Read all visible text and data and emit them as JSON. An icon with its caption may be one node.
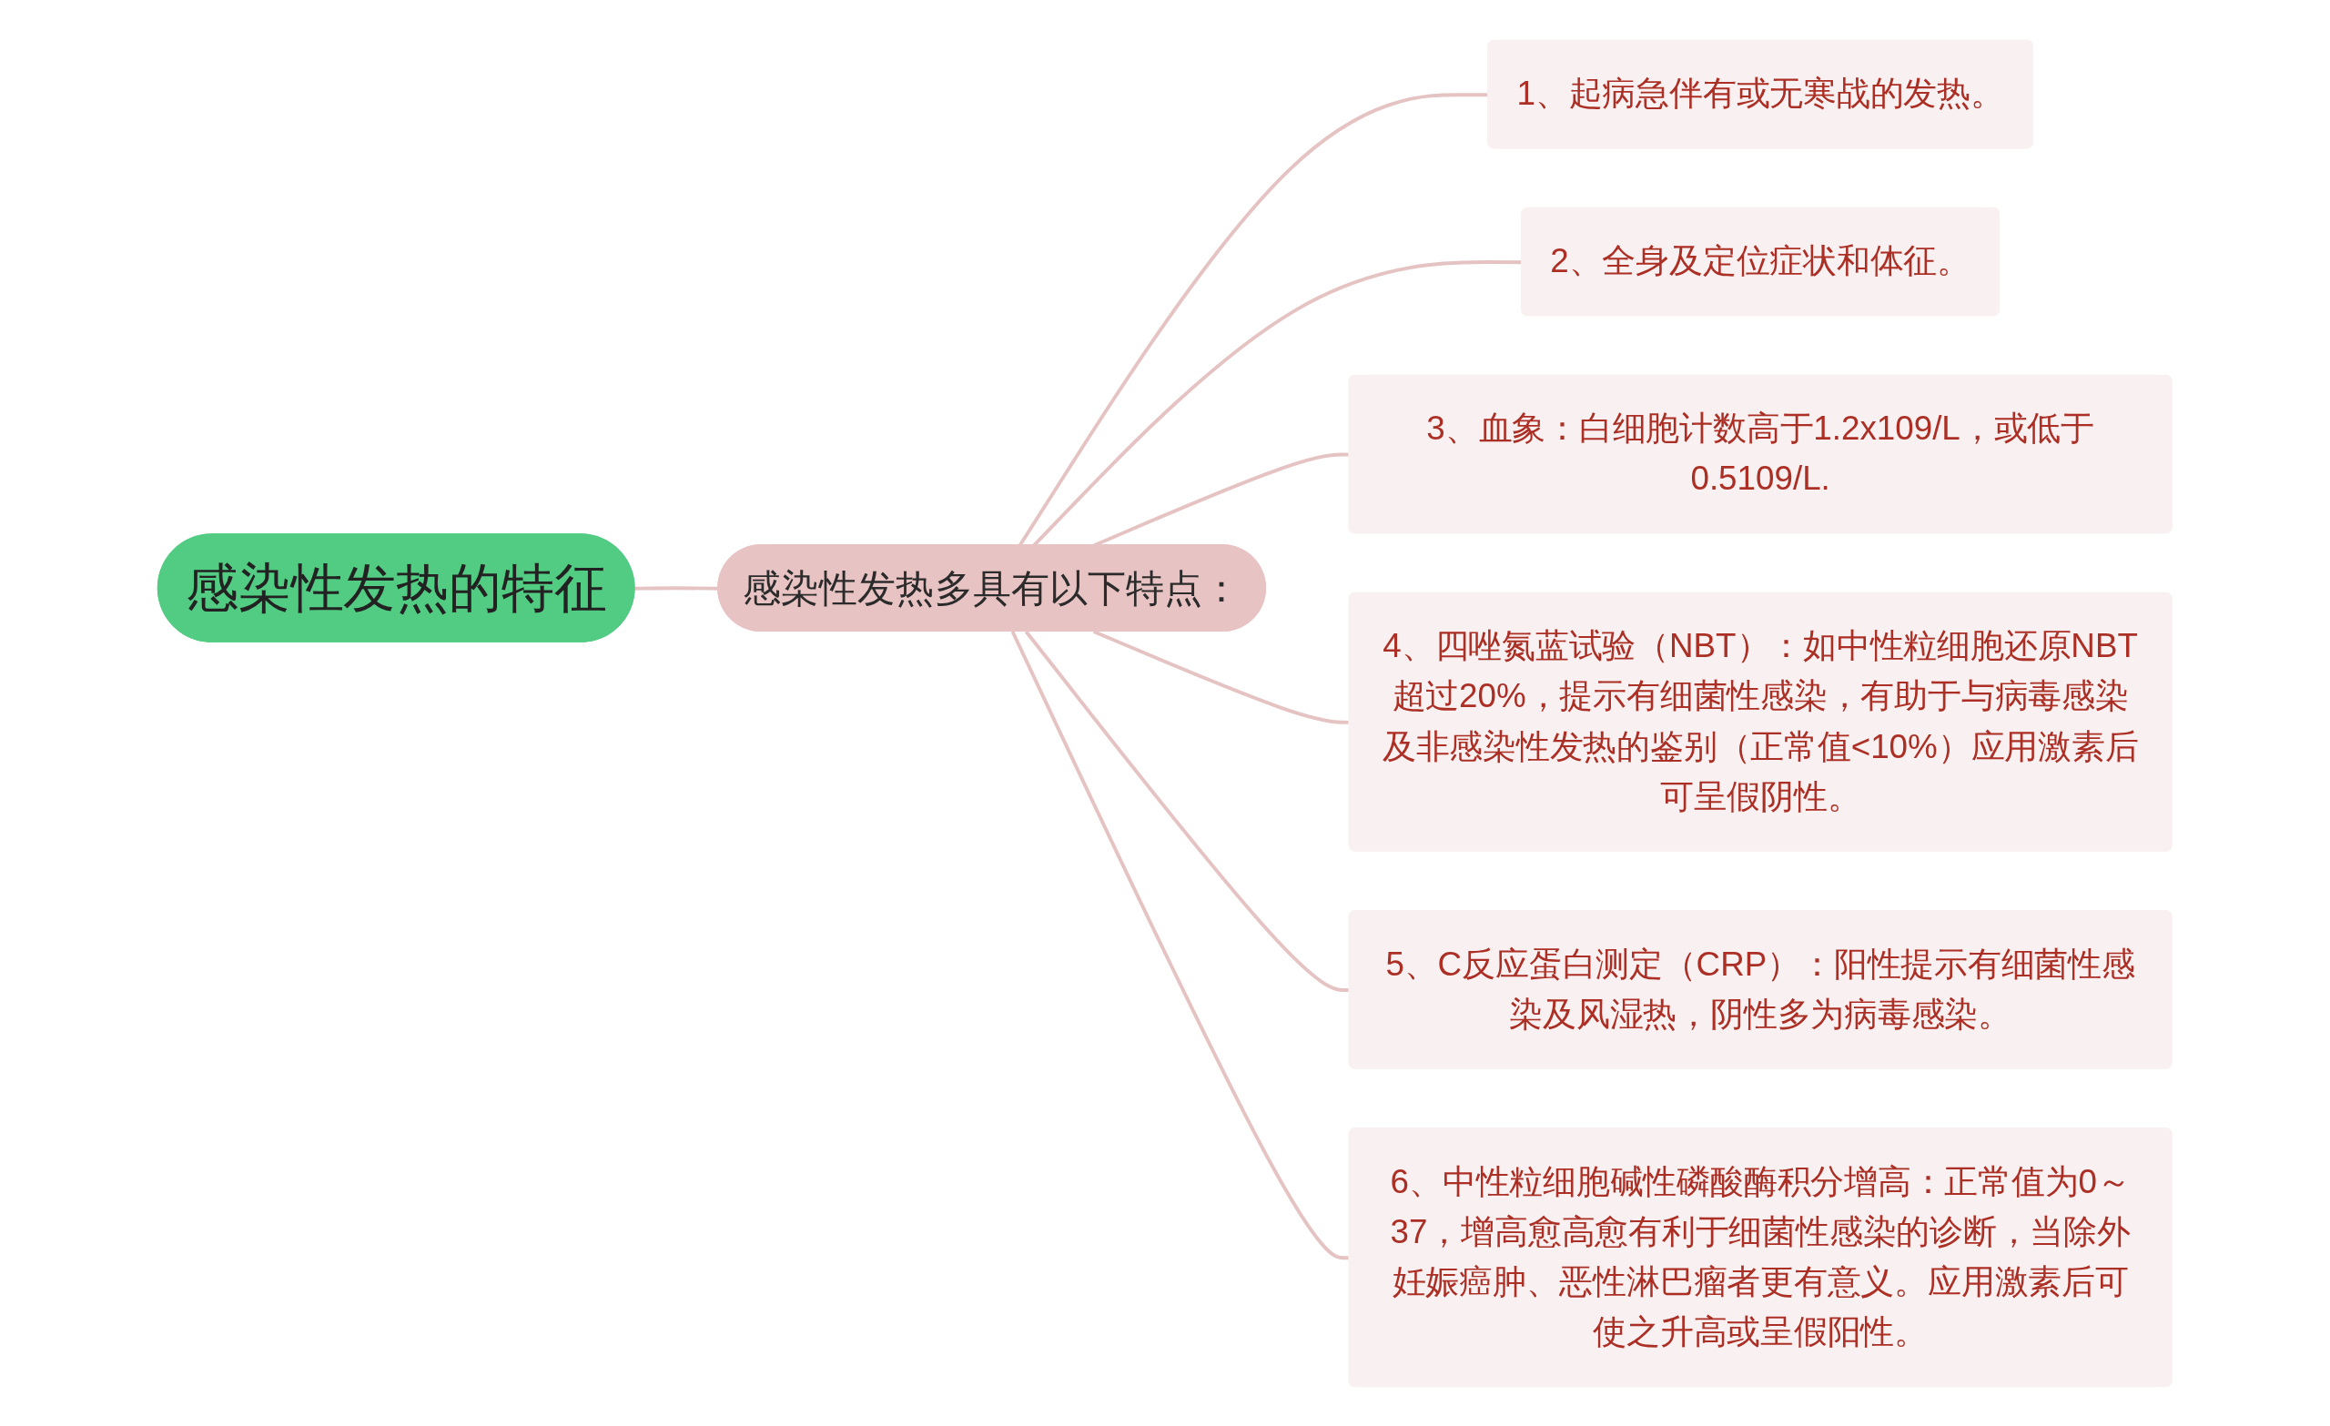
{
  "diagram": {
    "nodes": [
      {
        "text": [
          "感染性发热的特征"
        ]
      },
      {
        "text": [
          "感染性发热多具有以下特点："
        ]
      },
      {
        "text": [
          "1、起病急伴有或无寒战的发热。"
        ]
      },
      {
        "text": [
          "2、全身及定位症状和体征。"
        ]
      },
      {
        "text": [
          "3、血象：白细胞计数高于1.2x109/L，或低于0.5109/L."
        ]
      },
      {
        "text": [
          "4、四唑氮蓝试验（NBT）：如中性粒细胞还原NBT超过20%，提示有细菌性感染，有助于与病毒感染及非感染性发热的鉴别（正常值<10%）应用激素后可呈假阴性。"
        ]
      },
      {
        "text": [
          "5、C反应蛋白测定（CRP）：阳性提示有细菌性感染及风湿热，阴性多为病毒感染。"
        ]
      },
      {
        "text": [
          "6、中性粒细胞碱性磷酸酶积分增高：正常值为0～37，增高愈高愈有利于细菌性感染的诊断，当除外妊娠癌肿、恶性淋巴瘤者更有意义。应用激素后可使之升高或呈假阳性。"
        ]
      }
    ],
    "edges": [
      {
        "from": 0,
        "to": 1,
        "arrow": "none"
      },
      {
        "from": 1,
        "to": 2,
        "arrow": "none"
      },
      {
        "from": 1,
        "to": 3,
        "arrow": "none"
      },
      {
        "from": 1,
        "to": 4,
        "arrow": "none"
      },
      {
        "from": 1,
        "to": 5,
        "arrow": "none"
      },
      {
        "from": 1,
        "to": 6,
        "arrow": "none"
      },
      {
        "from": 1,
        "to": 7,
        "arrow": "none"
      }
    ]
  }
}
